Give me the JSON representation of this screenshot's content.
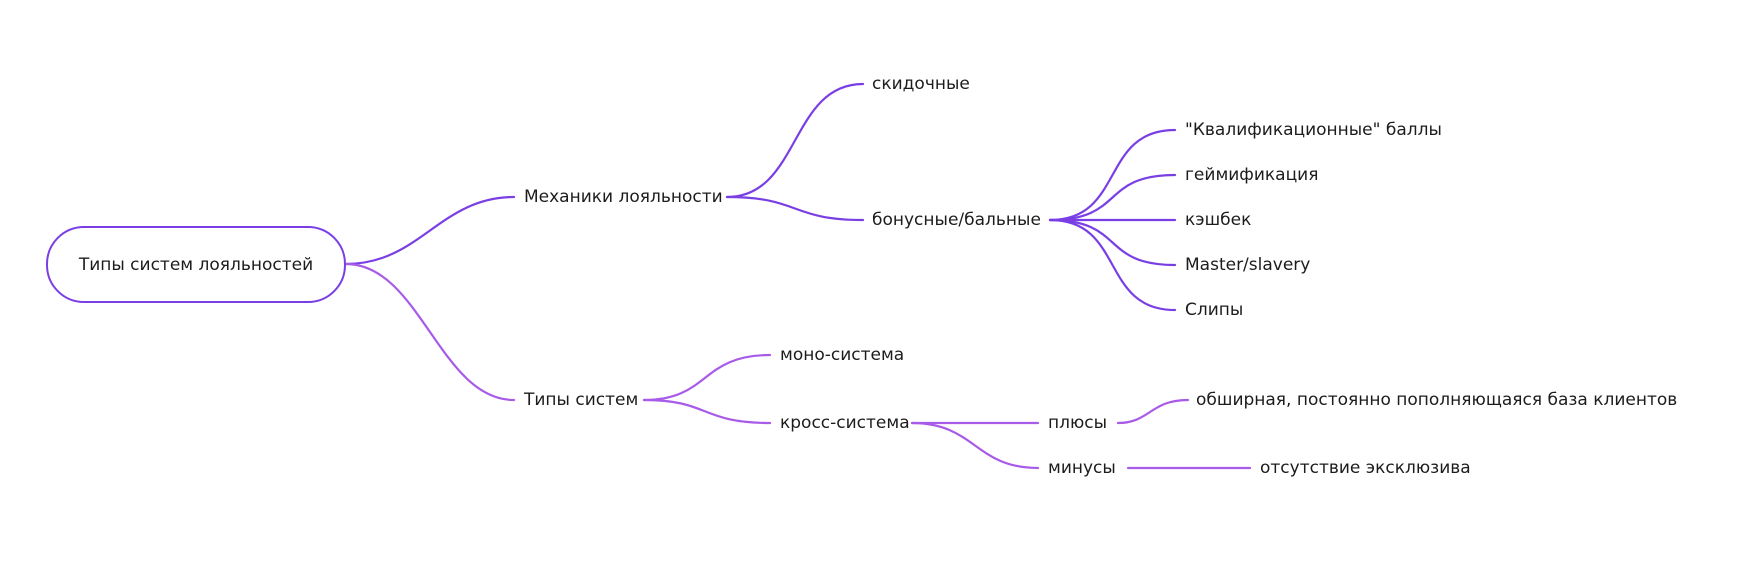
{
  "colors": {
    "branch_mechanics": "#7a3fe4",
    "branch_types": "#a85ae8"
  },
  "root": {
    "label": "Типы систем лояльностей"
  },
  "branches": {
    "mechanics": {
      "label": "Механики лояльности",
      "children": {
        "discount": {
          "label": "скидочные"
        },
        "bonus": {
          "label": "бонусные/бальные",
          "children": [
            {
              "label": "\"Квалификационные\" баллы"
            },
            {
              "label": "геймификация"
            },
            {
              "label": "кэшбек"
            },
            {
              "label": "Master/slavery"
            },
            {
              "label": "Слипы"
            }
          ]
        }
      }
    },
    "types": {
      "label": "Типы систем",
      "children": {
        "mono": {
          "label": "моно-система"
        },
        "cross": {
          "label": "кросс-система",
          "pros": {
            "label": "плюсы",
            "item": "обширная, постоянно пополняющаяся база клиентов"
          },
          "cons": {
            "label": "минусы",
            "item": "отсутствие эксклюзива"
          }
        }
      }
    }
  }
}
